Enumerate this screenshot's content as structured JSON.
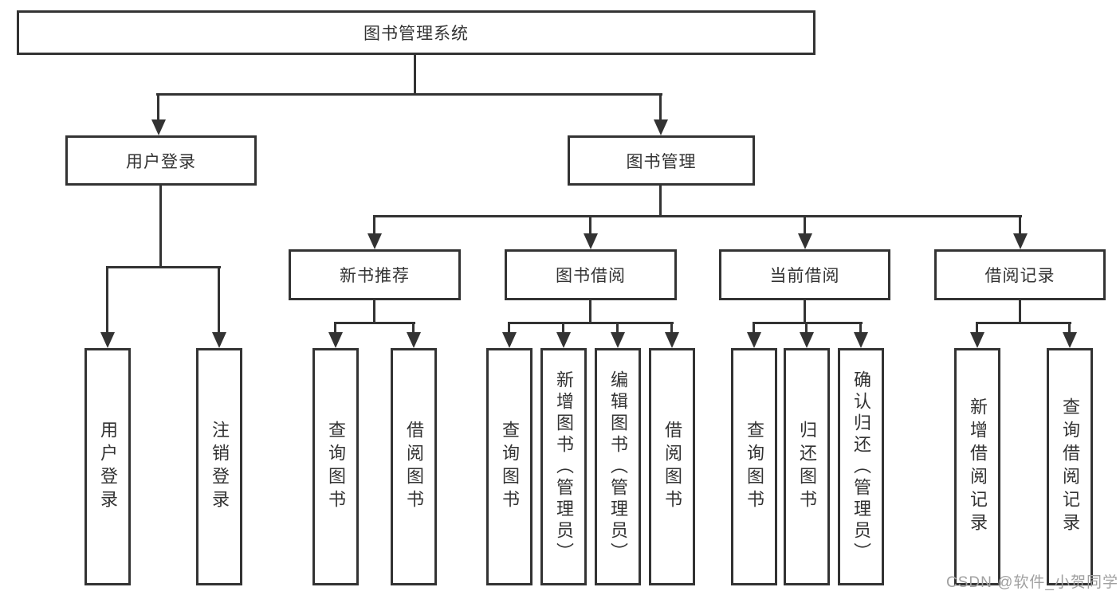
{
  "colors": {
    "line": "#333333",
    "border": "#333333",
    "text": "#333333",
    "background": "#ffffff",
    "watermark_text": "#a0a0a0"
  },
  "watermark": {
    "text": "CSDN @软件_小贺同学"
  },
  "tree": {
    "root": "图书管理系统",
    "children": [
      {
        "label": "用户登录",
        "children": [
          {
            "label": "用户登录"
          },
          {
            "label": "注销登录"
          }
        ]
      },
      {
        "label": "图书管理",
        "children": [
          {
            "label": "新书推荐",
            "children": [
              {
                "label": "查询图书"
              },
              {
                "label": "借阅图书"
              }
            ]
          },
          {
            "label": "图书借阅",
            "children": [
              {
                "label": "查询图书"
              },
              {
                "label": "新增图书（管理员）"
              },
              {
                "label": "编辑图书（管理员）"
              },
              {
                "label": "借阅图书"
              }
            ]
          },
          {
            "label": "当前借阅",
            "children": [
              {
                "label": "查询图书"
              },
              {
                "label": "归还图书"
              },
              {
                "label": "确认归还（管理员）"
              }
            ]
          },
          {
            "label": "借阅记录",
            "children": [
              {
                "label": "新增借阅记录"
              },
              {
                "label": "查询借阅记录"
              }
            ]
          }
        ]
      }
    ]
  }
}
